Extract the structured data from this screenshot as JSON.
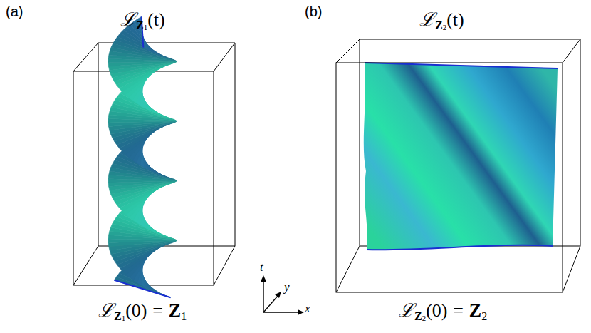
{
  "diagram": {
    "labels": [
      "(a)",
      "(b)",
      "ℒ",
      "Z",
      "1",
      "(t)",
      "ℒ",
      "Z",
      "2",
      "(t)",
      "ℒ",
      "Z",
      "1",
      "(0)",
      "=",
      "Z",
      "1",
      "ℒ",
      "Z",
      "2",
      "(0)",
      "=",
      "Z",
      "2",
      "t",
      "y",
      "x"
    ]
  }
}
